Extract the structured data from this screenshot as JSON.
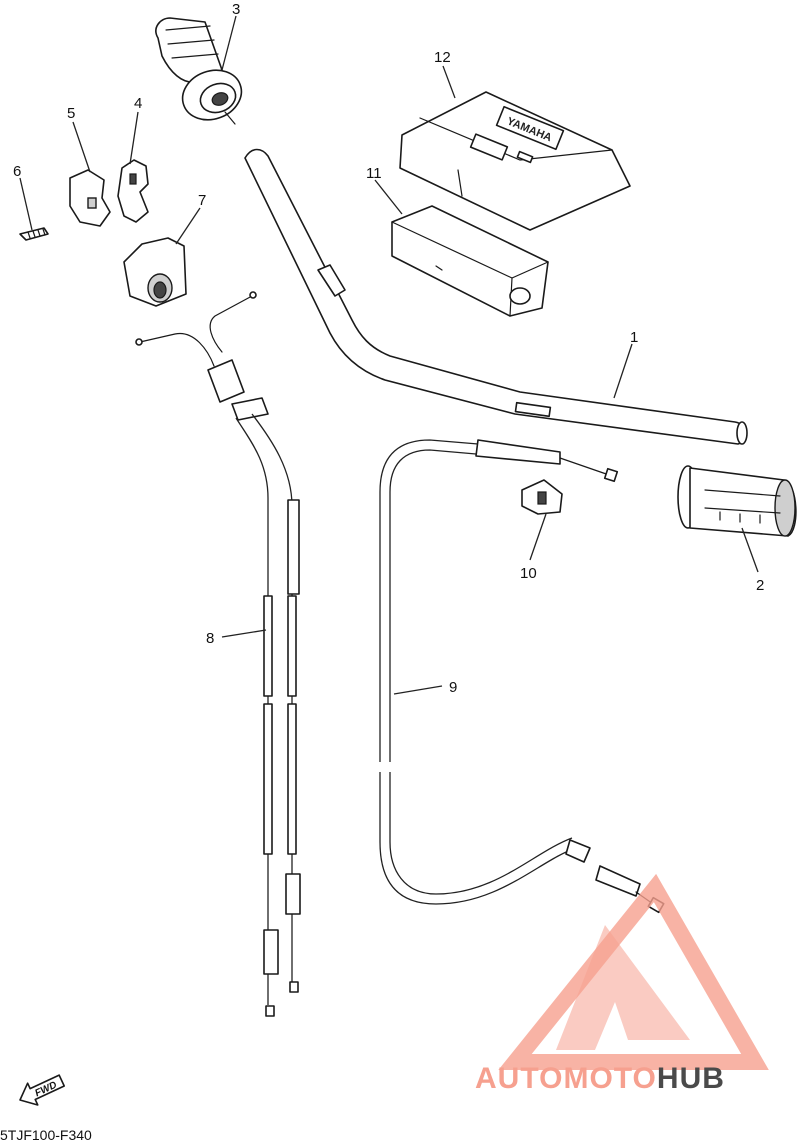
{
  "diagram": {
    "part_numbers": [
      "1",
      "2",
      "3",
      "4",
      "5",
      "6",
      "7",
      "8",
      "9",
      "10",
      "11",
      "12"
    ],
    "drawing_code": "5TJF100-F340",
    "fwd_text": "FWD",
    "cover_brand": "YAMAHA"
  },
  "watermark": {
    "text_part1": "AUTOMOTO",
    "text_part2": "HUB",
    "color_primary": "#f6a08f",
    "color_secondary": "#4a4a4a"
  }
}
